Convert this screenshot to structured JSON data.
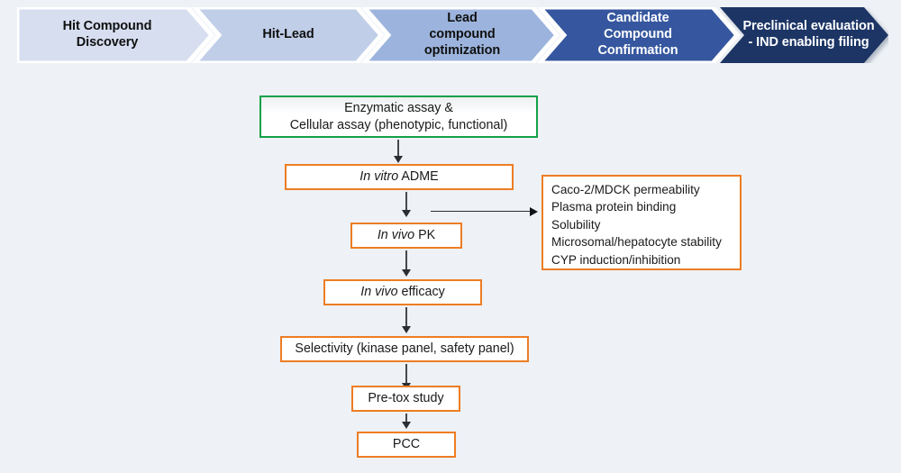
{
  "background_color": "#eef1f5",
  "phase_bar": {
    "name": "drug-discovery-phase-bar",
    "segments": [
      {
        "id": "hit-compound-discovery",
        "label": "Hit Compound Discovery",
        "lines": [
          "Hit Compound",
          "Discovery"
        ],
        "color": "#d6def0",
        "text_color": "#101010",
        "tone": "light"
      },
      {
        "id": "hit-lead",
        "label": "Hit-Lead",
        "lines": [
          "Hit-Lead"
        ],
        "color": "#c0cee8",
        "text_color": "#101010",
        "tone": "light"
      },
      {
        "id": "lead-compound-optimization",
        "label": "Lead compound optimization",
        "lines": [
          "Lead",
          "compound",
          "optimization"
        ],
        "color": "#9cb4dd",
        "text_color": "#101010",
        "tone": "light"
      },
      {
        "id": "candidate-compound-confirmation",
        "label": "Candidate Compound Confirmation",
        "lines": [
          "Candidate",
          "Compound",
          "Confirmation"
        ],
        "color": "#36579f",
        "text_color": "#ffffff",
        "tone": "dark"
      },
      {
        "id": "preclinical-evaluation",
        "label": "Preclinical evaluation - IND enabling filing",
        "lines": [
          "Preclinical evaluation",
          "- IND enabling filing"
        ],
        "color": "#1f3665",
        "text_color": "#ffffff",
        "tone": "dark"
      }
    ]
  },
  "flow": {
    "accent_green": "#12a148",
    "accent_orange": "#ed7d23",
    "nodes": [
      {
        "id": "assays",
        "lines": [
          "Enzymatic assay &",
          "Cellular assay (phenotypic, functional)"
        ],
        "border": "green"
      },
      {
        "id": "in-vitro-adme",
        "italic": "In vitro",
        "rest": " ADME",
        "border": "orange"
      },
      {
        "id": "in-vivo-pk",
        "italic": "In vivo",
        "rest": " PK",
        "border": "orange"
      },
      {
        "id": "in-vivo-efficacy",
        "italic": "In vivo",
        "rest": " efficacy",
        "border": "orange"
      },
      {
        "id": "selectivity",
        "text": "Selectivity (kinase panel, safety panel)",
        "border": "orange"
      },
      {
        "id": "pre-tox-study",
        "text": "Pre-tox study",
        "border": "orange"
      },
      {
        "id": "pcc",
        "text": "PCC",
        "border": "orange"
      }
    ]
  },
  "adme_panel": {
    "id": "adme-assay-panel",
    "border": "#ed7d23",
    "items": [
      "Caco-2/MDCK permeability",
      "Plasma protein binding",
      "Solubility",
      "Microsomal/hepatocyte stability",
      "CYP induction/inhibition"
    ]
  }
}
